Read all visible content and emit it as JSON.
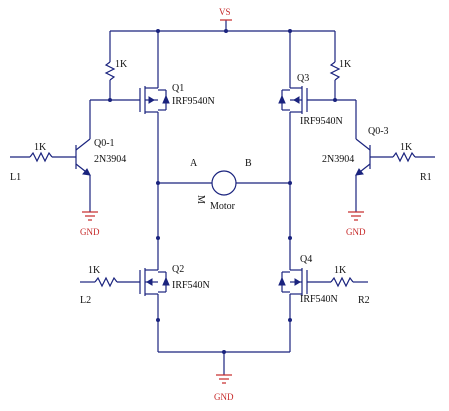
{
  "supply": {
    "label": "VS"
  },
  "ground": {
    "label": "GND"
  },
  "motor": {
    "label": "Motor",
    "symbol": "M"
  },
  "nodes": {
    "a": "A",
    "b": "B"
  },
  "resistors": {
    "r_q1_bias": "1K",
    "r_q3_bias": "1K",
    "r_l1": "1K",
    "r_r1": "1K",
    "r_l2": "1K",
    "r_r2": "1K"
  },
  "transistors": {
    "q1": {
      "ref": "Q1",
      "part": "IRF9540N"
    },
    "q2": {
      "ref": "Q2",
      "part": "IRF540N"
    },
    "q3": {
      "ref": "Q3",
      "part": "IRF9540N"
    },
    "q4": {
      "ref": "Q4",
      "part": "IRF540N"
    },
    "q0_1": {
      "ref": "Q0-1",
      "part": "2N3904"
    },
    "q0_3": {
      "ref": "Q0-3",
      "part": "2N3904"
    }
  },
  "inputs": {
    "l1": "L1",
    "l2": "L2",
    "r1": "R1",
    "r2": "R2"
  },
  "colors": {
    "wire": "#1a237e",
    "ground": "#c62828",
    "text": "#111111"
  }
}
